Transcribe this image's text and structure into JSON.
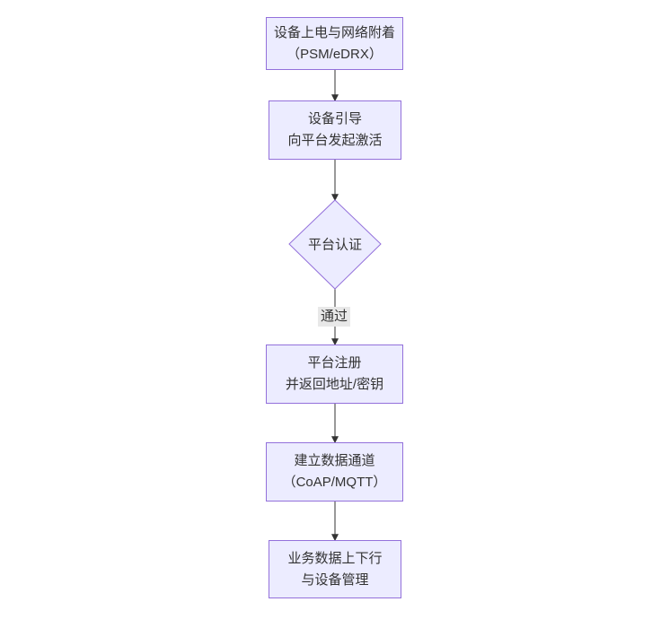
{
  "diagram": {
    "type": "flowchart",
    "direction": "top-down",
    "colors": {
      "canvas_bg": "#ffffff",
      "node_fill": "#ECECFF",
      "node_border": "#9370DB",
      "edge_color": "#333333",
      "label_bg": "#e8e8e8",
      "text_color": "#333333"
    },
    "nodes": [
      {
        "id": "n1",
        "shape": "rect",
        "lines": [
          "设备上电与网络附着",
          "（PSM/eDRX）"
        ]
      },
      {
        "id": "n2",
        "shape": "rect",
        "lines": [
          "设备引导",
          "向平台发起激活"
        ]
      },
      {
        "id": "n3",
        "shape": "diamond",
        "lines": [
          "平台认证"
        ]
      },
      {
        "id": "n4",
        "shape": "rect",
        "lines": [
          "平台注册",
          "并返回地址/密钥"
        ]
      },
      {
        "id": "n5",
        "shape": "rect",
        "lines": [
          "建立数据通道",
          "（CoAP/MQTT）"
        ]
      },
      {
        "id": "n6",
        "shape": "rect",
        "lines": [
          "业务数据上下行",
          "与设备管理"
        ]
      }
    ],
    "edges": [
      {
        "from": "n1",
        "to": "n2",
        "label": ""
      },
      {
        "from": "n2",
        "to": "n3",
        "label": ""
      },
      {
        "from": "n3",
        "to": "n4",
        "label": "通过"
      },
      {
        "from": "n4",
        "to": "n5",
        "label": ""
      },
      {
        "from": "n5",
        "to": "n6",
        "label": ""
      }
    ]
  }
}
